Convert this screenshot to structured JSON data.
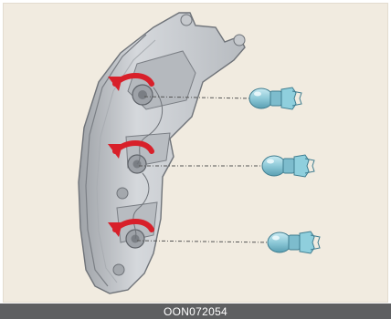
{
  "figure": {
    "caption": "OON072054"
  },
  "components": {
    "lamp_assembly": "tail-lamp-housing",
    "bulbs": [
      {
        "id": "bulb-top",
        "action": "rotate-counterclockwise-and-remove"
      },
      {
        "id": "bulb-middle",
        "action": "rotate-counterclockwise-and-remove"
      },
      {
        "id": "bulb-bottom",
        "action": "rotate-counterclockwise-and-remove"
      }
    ]
  },
  "colors": {
    "background": "#f1ebe0",
    "caption_bar": "#5e5f61",
    "housing": "#c4c7cb",
    "housing_dark": "#8d9095",
    "arrow": "#d8202a",
    "bulb": "#8ec9d8",
    "bulb_dark": "#4e8fa3",
    "leader_line": "#555555"
  }
}
